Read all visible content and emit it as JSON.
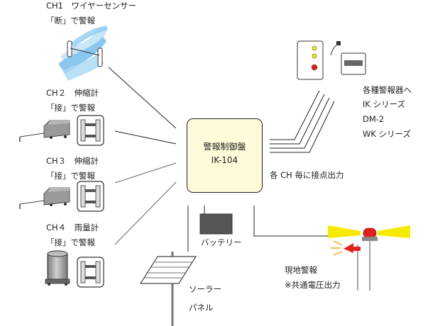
{
  "sensors": [
    {
      "channel": "CH1　ワイヤーセンサー",
      "trigger": "「断」で警報"
    },
    {
      "channel": "CH２　伸縮計",
      "trigger": "「接」で警報"
    },
    {
      "channel": "CH３　伸縮計",
      "trigger": "「接」で警報"
    },
    {
      "channel": "CH４　雨量計",
      "trigger": "「接」で警報"
    }
  ],
  "controller": {
    "line1": "警報制御盤",
    "line2": "IK-104"
  },
  "relay_output": "各 CH 毎に接点出力",
  "alarm_devices": {
    "line1": "各種警報器へ",
    "line2": "IK シリーズ",
    "line3": "DM-2",
    "line4": "WK シリーズ"
  },
  "battery": "バッテリー",
  "solar_panel": {
    "line1": "ソーラー",
    "line2": "パネル"
  },
  "local_alarm": {
    "line1": "現地警報",
    "line2": "※共通電圧出力"
  },
  "colors": {
    "controller_fill": "#fdfbd9",
    "terminal_block": "#111111",
    "battery_fill": "#555555",
    "beacon_yellow": "#f5ea00",
    "beacon_red": "#e0201c",
    "wire_blue": "#9fd0f0",
    "device_gray": "#8a8a8a"
  }
}
